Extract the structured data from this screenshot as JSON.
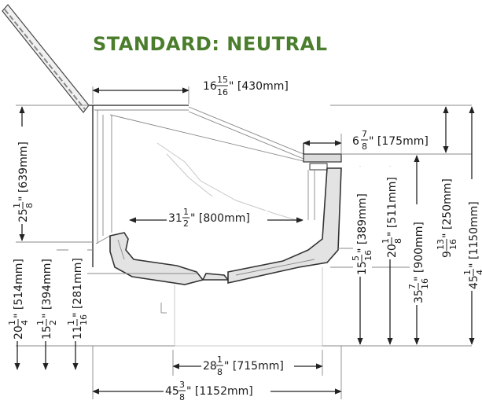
{
  "title": "STANDARD: NEUTRAL",
  "colors": {
    "title": "#4a7d2c",
    "line": "#222222",
    "fill": "#e3e3e3"
  },
  "dimensions": {
    "top_depth": {
      "whole": "16",
      "num": "15",
      "den": "16",
      "suffix": "\" [430mm]"
    },
    "shelf_depth": {
      "whole": "6",
      "num": "7",
      "den": "8",
      "suffix": "\" [175mm]"
    },
    "glass_height": {
      "whole": "25",
      "num": "1",
      "den": "8",
      "suffix": "\" [639mm]"
    },
    "inner_depth": {
      "whole": "31",
      "num": "1",
      "den": "2",
      "suffix": "\" [800mm]"
    },
    "shelf_to_base": {
      "whole": "15",
      "num": "5",
      "den": "16",
      "suffix": "\" [389mm]"
    },
    "shelf_to_deck": {
      "whole": "20",
      "num": "1",
      "den": "8",
      "suffix": "\" [511mm]"
    },
    "total_to_shelf": {
      "whole": "35",
      "num": "7",
      "den": "16",
      "suffix": "\" [900mm]"
    },
    "rear_top": {
      "whole": "9",
      "num": "13",
      "den": "16",
      "suffix": "\" [250mm]"
    },
    "total_height": {
      "whole": "45",
      "num": "1",
      "den": "4",
      "suffix": "\" [1150mm]"
    },
    "front_height": {
      "whole": "20",
      "num": "1",
      "den": "4",
      "suffix": "\" [514mm]"
    },
    "front_lower": {
      "whole": "15",
      "num": "1",
      "den": "2",
      "suffix": "\" [394mm]"
    },
    "front_base": {
      "whole": "11",
      "num": "1",
      "den": "16",
      "suffix": "\" [281mm]"
    },
    "base_width": {
      "whole": "28",
      "num": "1",
      "den": "8",
      "suffix": "\" [715mm]"
    },
    "total_depth": {
      "whole": "45",
      "num": "3",
      "den": "8",
      "suffix": "\" [1152mm]"
    }
  }
}
